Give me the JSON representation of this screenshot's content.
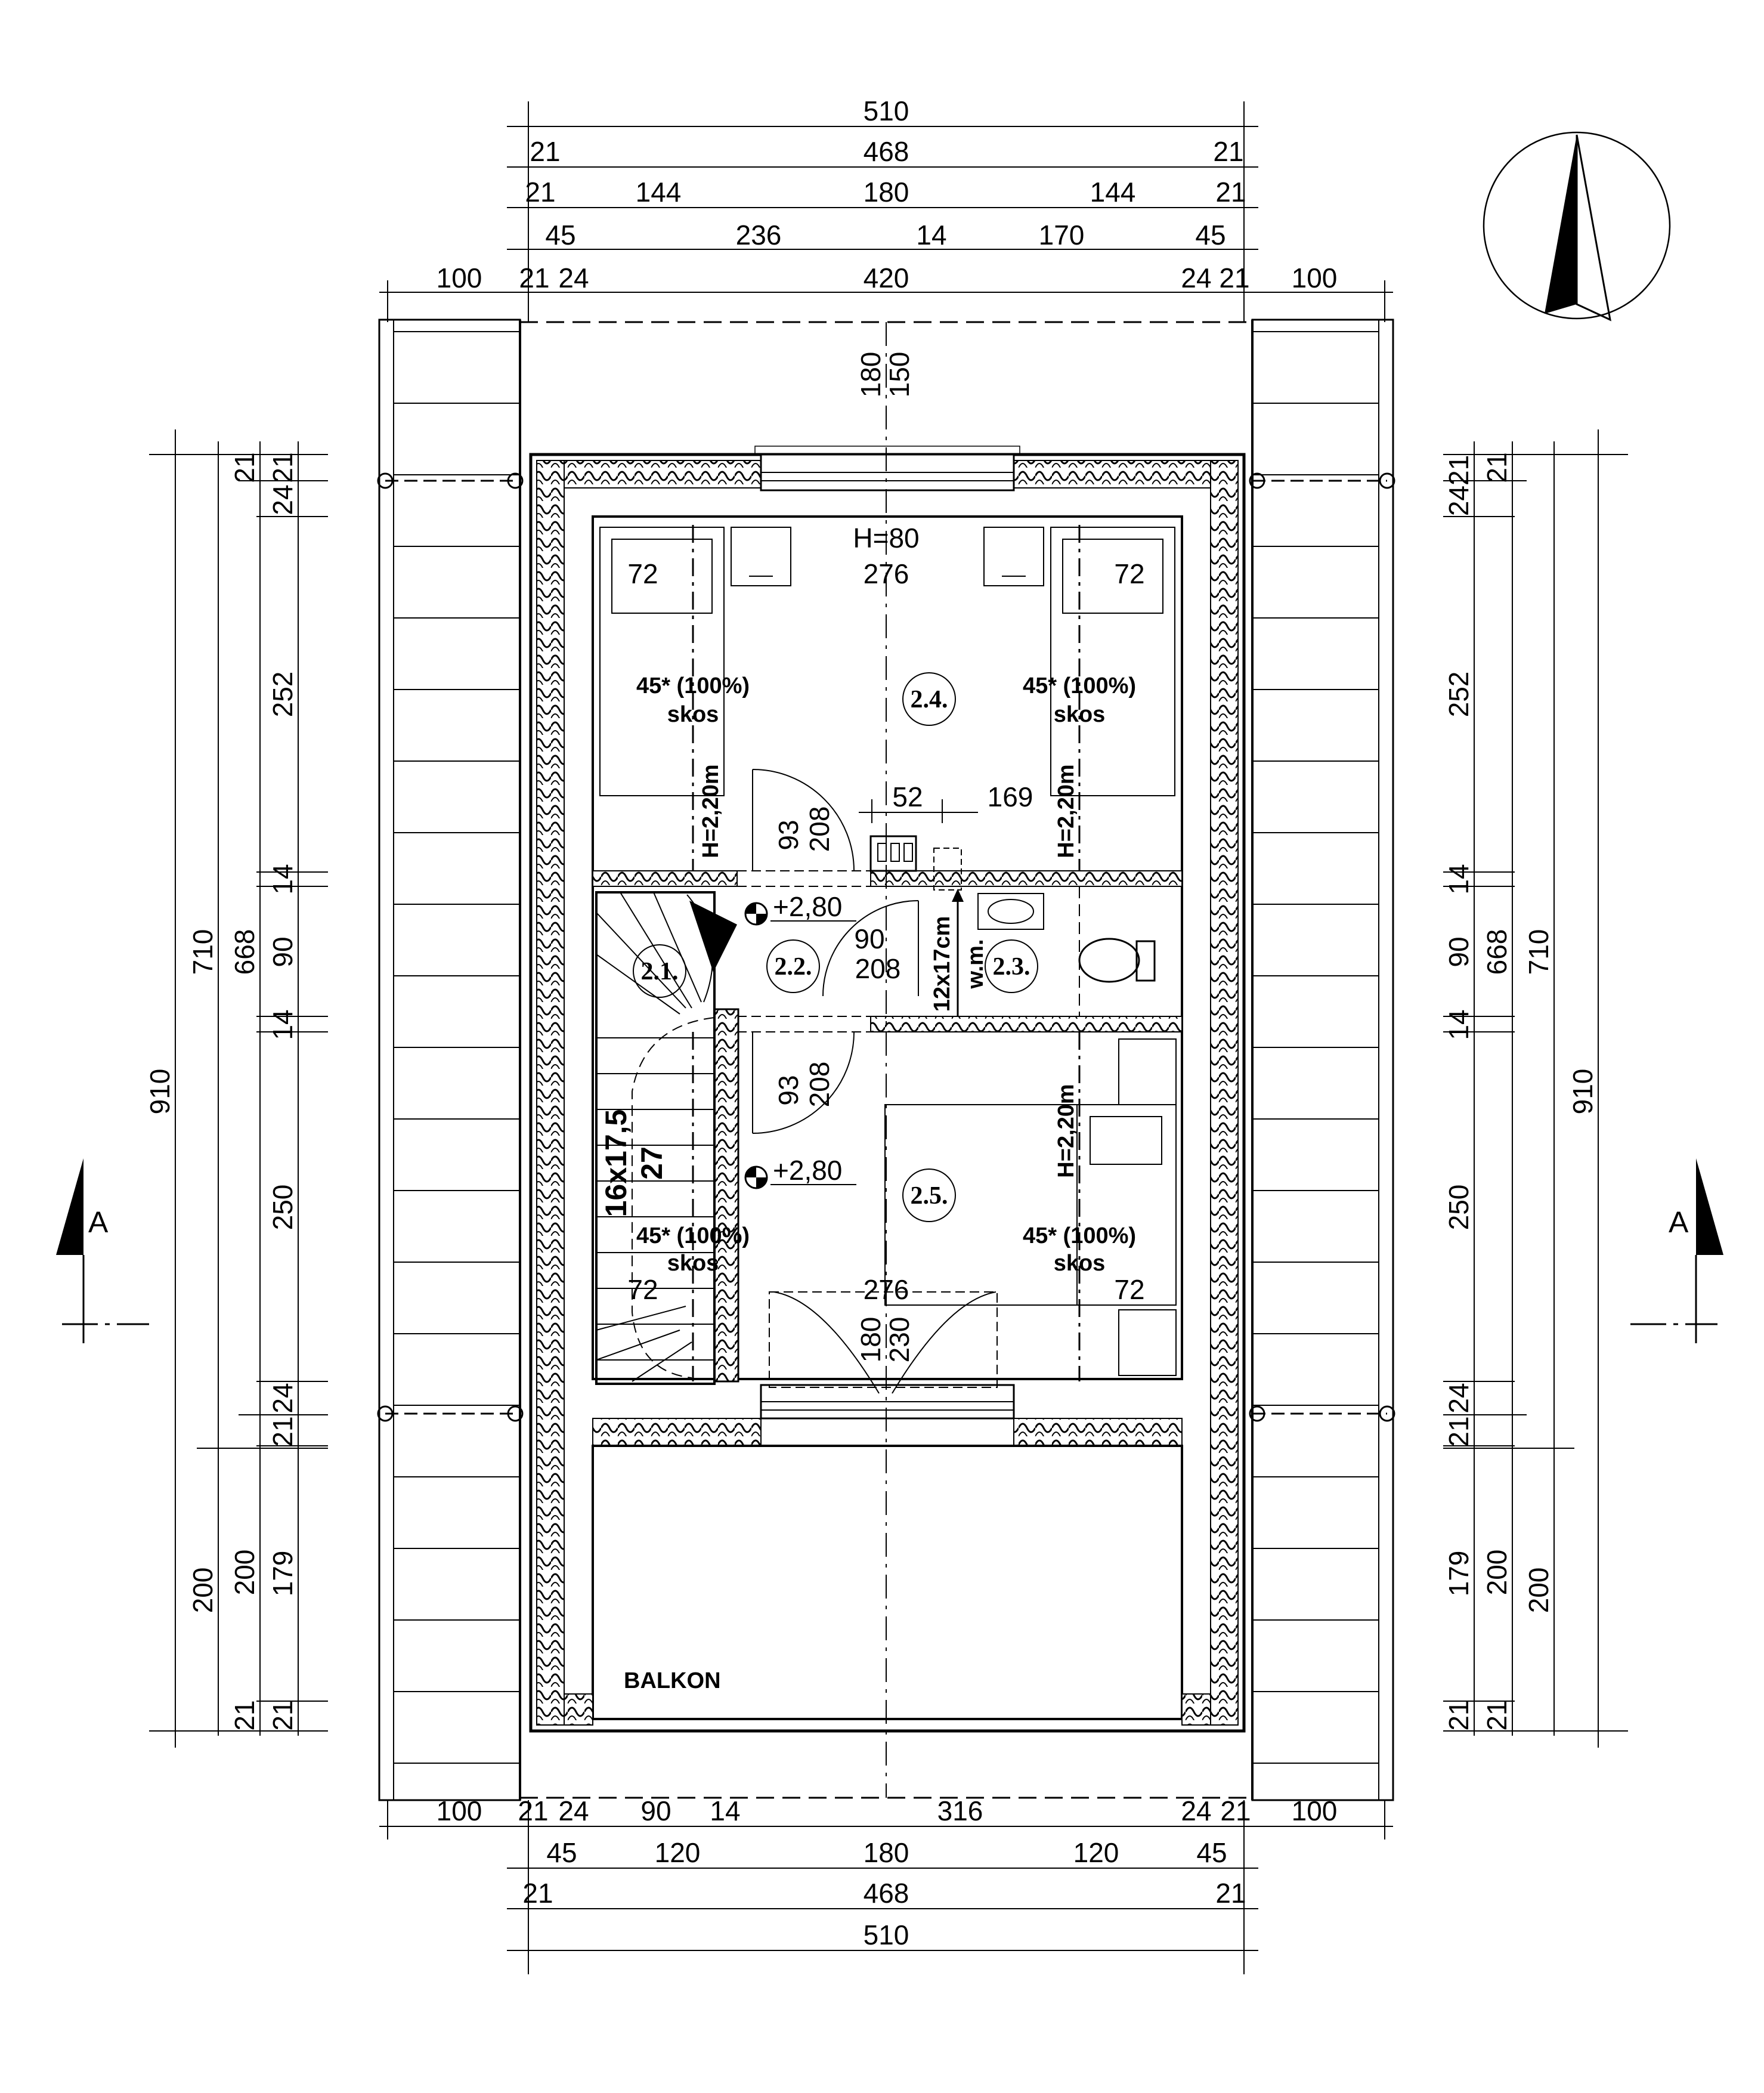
{
  "dims": {
    "top_rows": [
      [
        "510"
      ],
      [
        "21",
        "468",
        "21"
      ],
      [
        "21",
        "144",
        "180",
        "144",
        "21"
      ],
      [
        "45",
        "236",
        "14",
        "170",
        "45"
      ],
      [
        "100",
        "21",
        "24",
        "420",
        "24",
        "21",
        "100"
      ]
    ],
    "bottom_rows": [
      [
        "100",
        "21",
        "24",
        "90",
        "14",
        "316",
        "24",
        "21",
        "100"
      ],
      [
        "45",
        "120",
        "180",
        "120",
        "45"
      ],
      [
        "21",
        "468",
        "21"
      ],
      [
        "510"
      ]
    ],
    "left_inner": [
      "21",
      "21",
      "24",
      "252",
      "14",
      "90",
      "14",
      "250",
      "24",
      "21",
      "179",
      "21",
      "21"
    ],
    "left_mid": [
      "668",
      "200"
    ],
    "left_outer": [
      "710",
      "200"
    ],
    "left_total": "910",
    "right_inner": [
      "2421",
      "21",
      "252",
      "14",
      "90",
      "14",
      "250",
      "24",
      "21",
      "179",
      "21",
      "21"
    ],
    "right_mid": [
      "668",
      "200"
    ],
    "right_outer": [
      "710",
      "200"
    ],
    "right_total": "910",
    "axis_top": [
      "180",
      "150"
    ],
    "axis_bottom": [
      "180",
      "230"
    ]
  },
  "labels": {
    "h80": "H=80",
    "w276_top": "276",
    "w276_bottom": "276",
    "w72": "72",
    "slope": "45* (100%)",
    "skos": "skos",
    "h220": "H=2,20m",
    "d52": "52",
    "d169": "169",
    "door93": "93",
    "door208": "208",
    "door90": "90",
    "level": "+2,80",
    "stairs1": "16x17,5",
    "stairs2": "27",
    "vent": "12x17cm",
    "wm": "w.m.",
    "balcony": "BALKON",
    "section": "A"
  },
  "rooms": [
    "2.1.",
    "2.2.",
    "2.3.",
    "2.4.",
    "2.5."
  ],
  "colors": {
    "ink": "#000000",
    "paper": "#ffffff"
  }
}
